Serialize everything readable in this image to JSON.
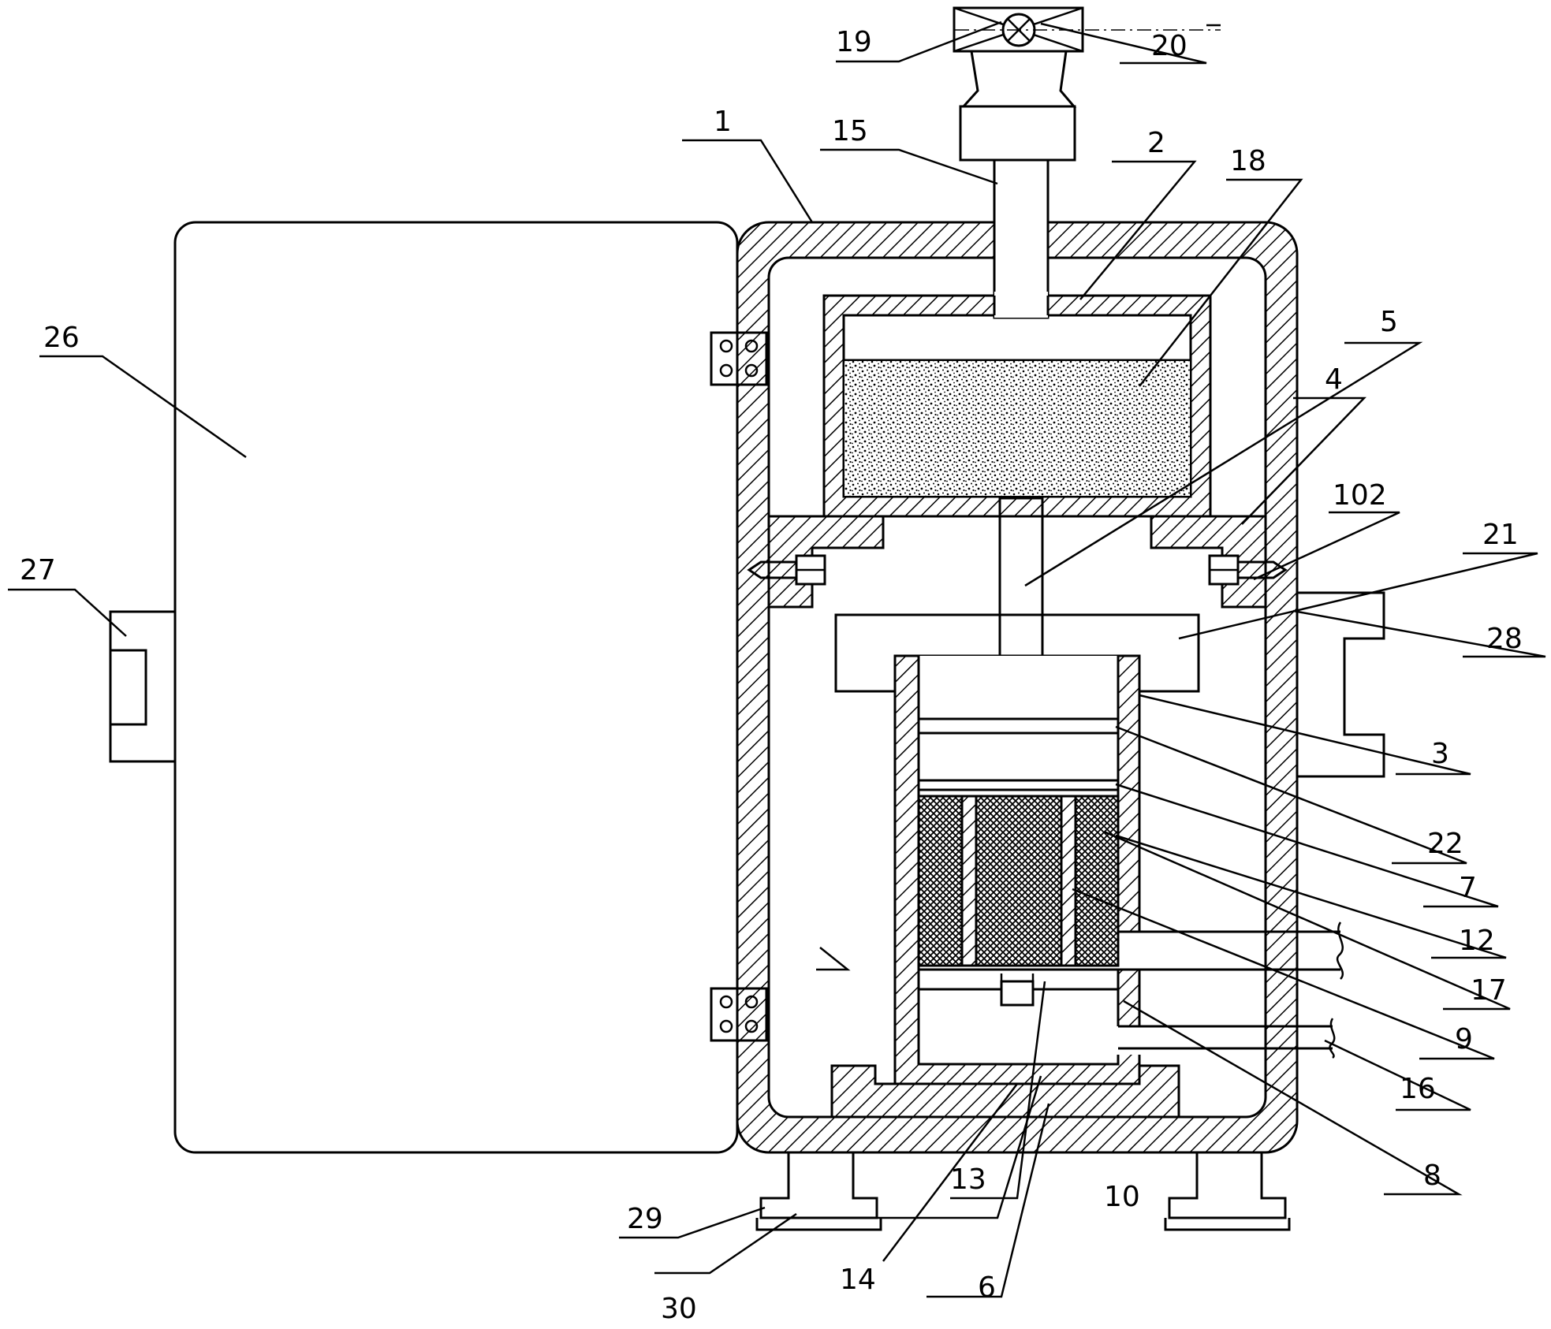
{
  "labels": {
    "l1": "1",
    "l2": "2",
    "l3": "3",
    "l4": "4",
    "l5": "5",
    "l6": "6",
    "l7": "7",
    "l8": "8",
    "l9": "9",
    "l10": "10",
    "l12": "12",
    "l13": "13",
    "l14": "14",
    "l15": "15",
    "l16": "16",
    "l17": "17",
    "l18": "18",
    "l19": "19",
    "l20": "20",
    "l21": "21",
    "l22": "22",
    "l26": "26",
    "l27": "27",
    "l28": "28",
    "l29": "29",
    "l30": "30",
    "l102": "102"
  }
}
